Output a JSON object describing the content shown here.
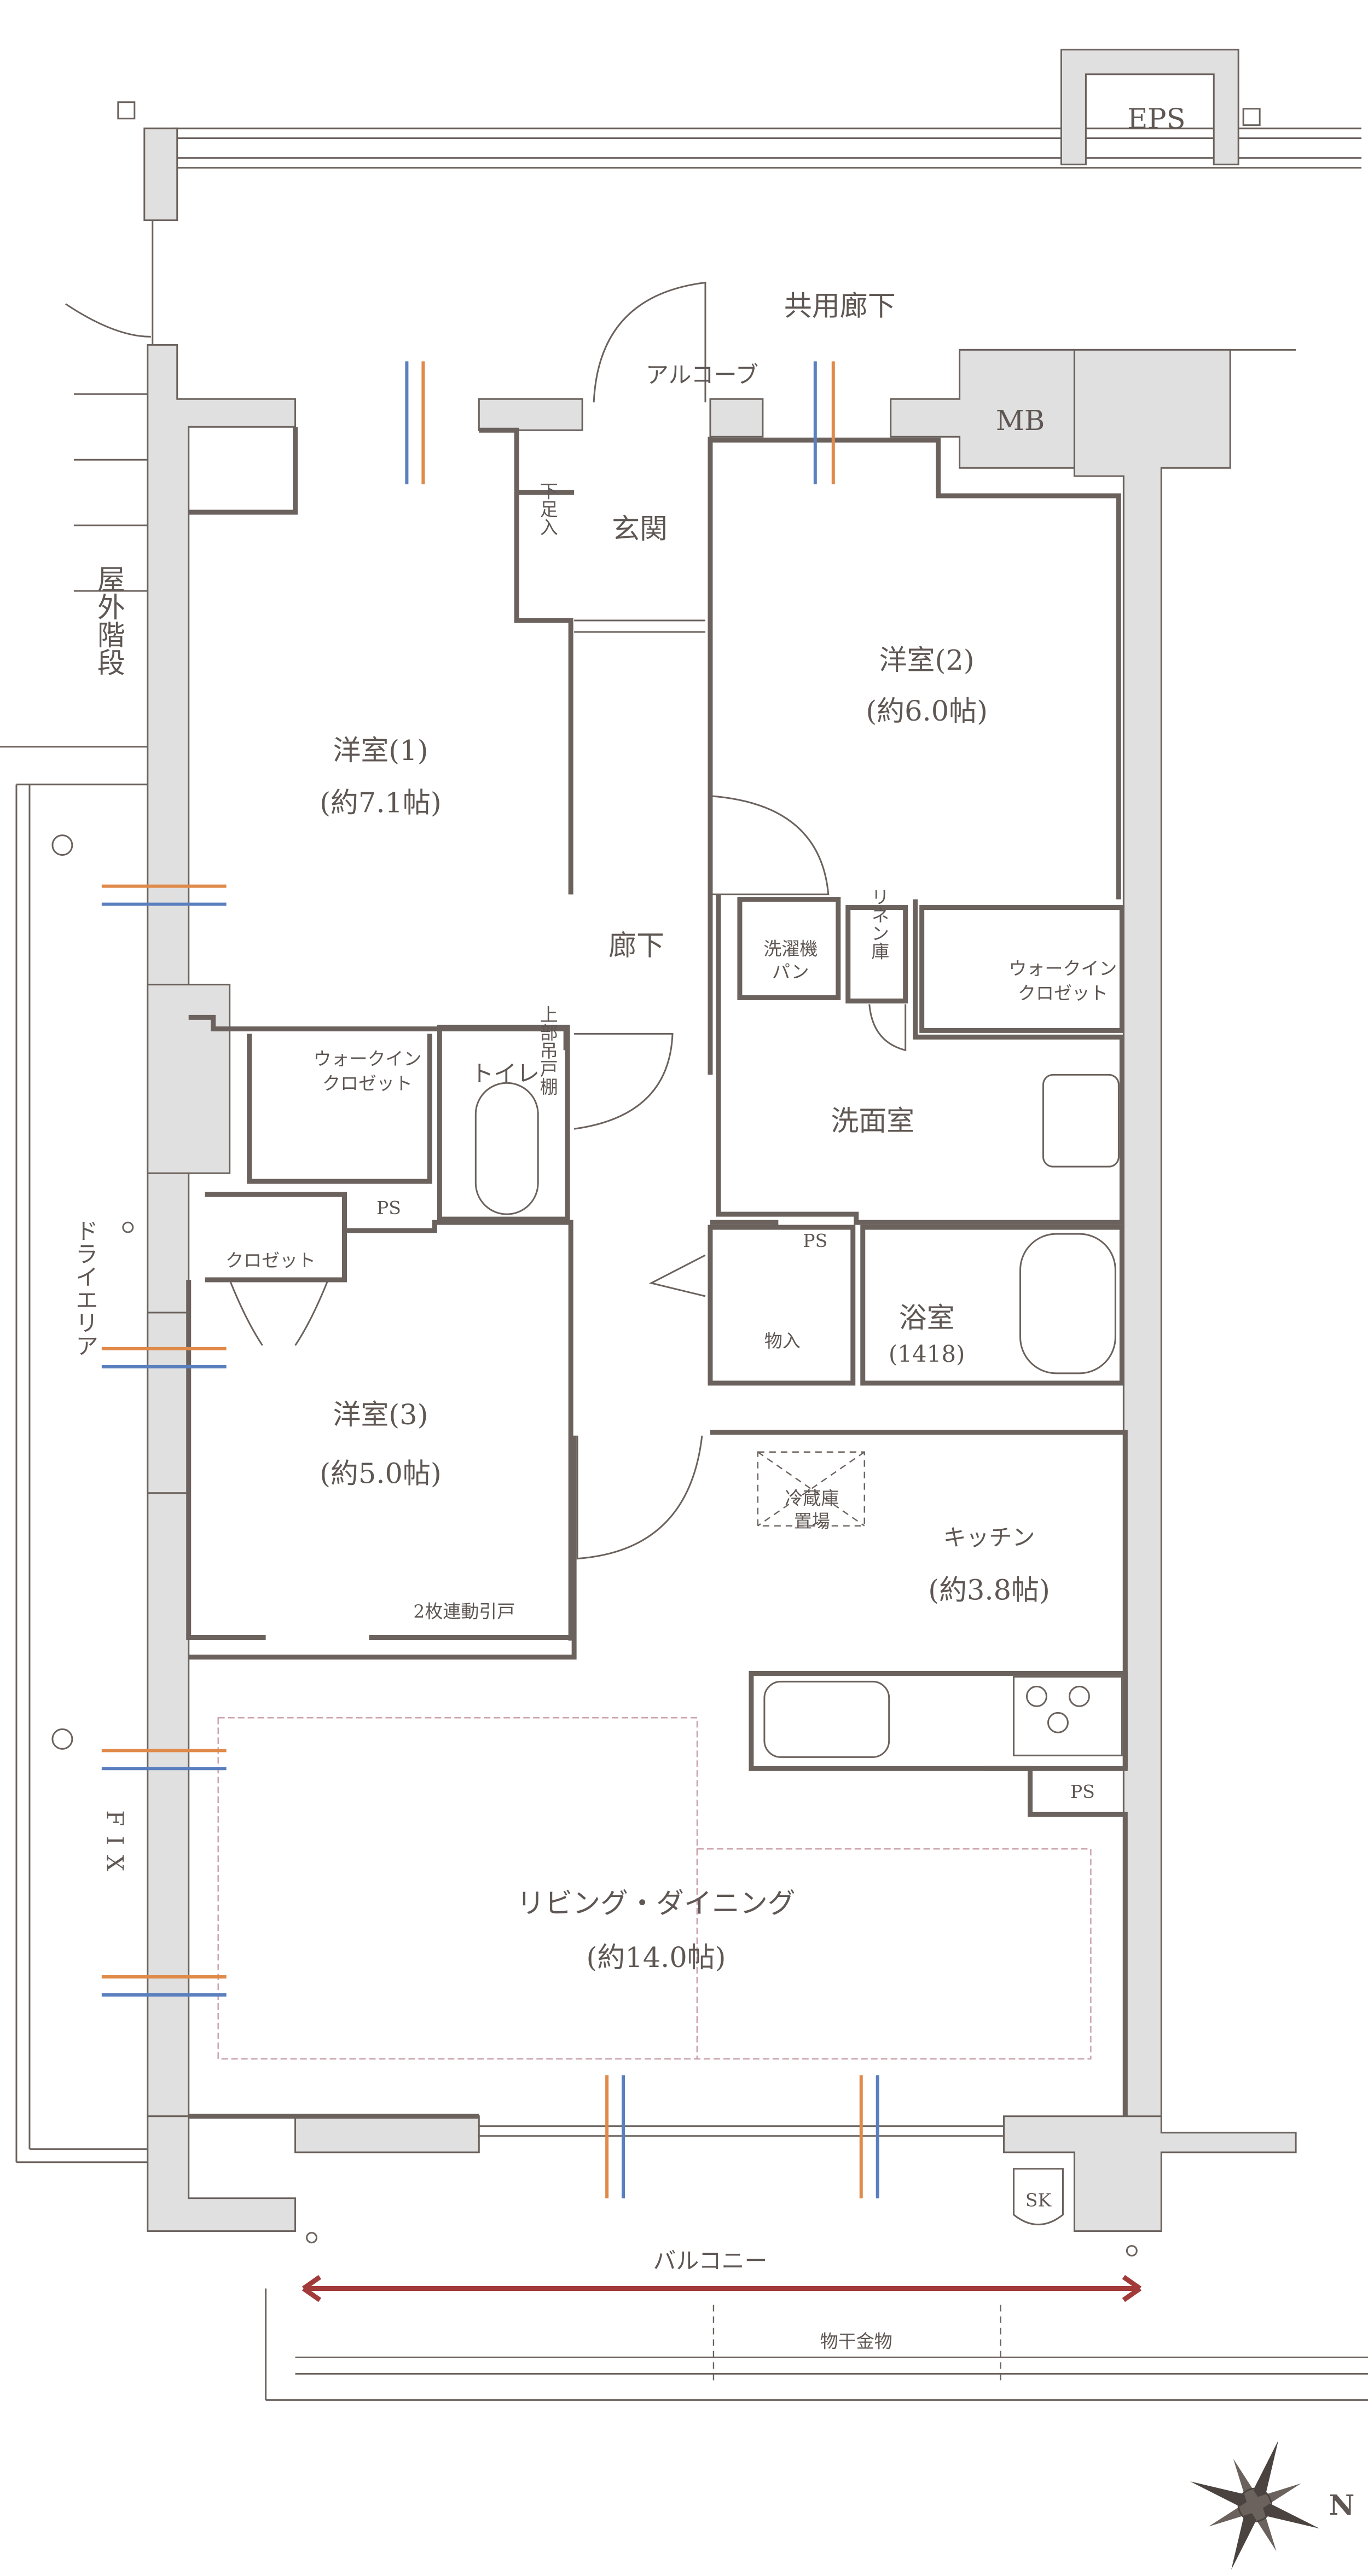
{
  "colors": {
    "wall": "#6b625d",
    "wall_fill": "#e0e0e0",
    "balcony_arrow": "#a33a3a",
    "warm": "#e08a4a",
    "cool": "#5a7fbf"
  },
  "labels": {
    "eps": "EPS",
    "common_corridor": "共用廊下",
    "alcove": "アルコーブ",
    "mb": "MB",
    "entrance": "玄関",
    "shoe_storage": "下足入",
    "room1": "洋室(1)",
    "room1_size": "(約7.1帖)",
    "room2": "洋室(2)",
    "room2_size": "(約6.0帖)",
    "hallway": "廊下",
    "washer_pan_1": "洗濯機",
    "washer_pan_2": "パン",
    "linen": "リネン庫",
    "wic_right_1": "ウォークイン",
    "wic_right_2": "クロゼット",
    "wic_left_1": "ウォークイン",
    "wic_left_2": "クロゼット",
    "toilet": "トイレ",
    "upper_cabinet": "上部吊戸棚",
    "washroom": "洗面室",
    "ps1": "PS",
    "closet": "クロゼット",
    "ps2": "PS",
    "storage": "物入",
    "bath": "浴室",
    "bath_size": "(1418)",
    "room3": "洋室(3)",
    "room3_size": "(約5.0帖)",
    "fridge_1": "冷蔵庫",
    "fridge_2": "置場",
    "kitchen": "キッチン",
    "kitchen_size": "(約3.8帖)",
    "sliding_door": "2枚連動引戸",
    "ps3": "PS",
    "living": "リビング・ダイニング",
    "living_size": "(約14.0帖)",
    "sk": "SK",
    "balcony": "バルコニー",
    "drying_rack": "物干金物",
    "outdoor_stairs": "屋外階段",
    "dry_area": "ドライエリア",
    "fix": "FIX",
    "north": "N"
  }
}
